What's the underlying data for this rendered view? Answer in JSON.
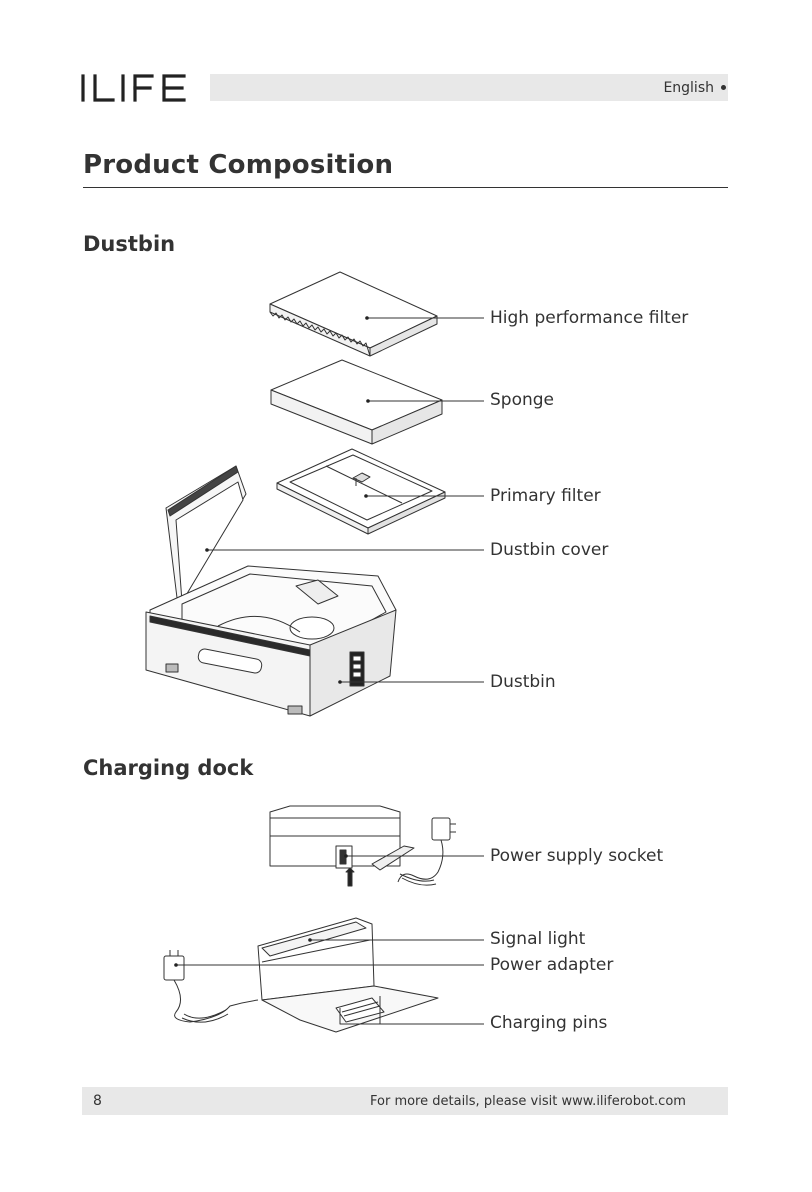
{
  "header": {
    "brand": "ILIFE",
    "language": "English"
  },
  "section_title": "Product Composition",
  "dustbin": {
    "heading": "Dustbin",
    "labels": [
      "High performance filter",
      "Sponge",
      "Primary filter",
      "Dustbin cover",
      "Dustbin"
    ]
  },
  "charging_dock": {
    "heading": "Charging dock",
    "labels": [
      "Power supply socket",
      "Signal light",
      "Power adapter",
      "Charging pins"
    ]
  },
  "footer": {
    "page_number": "8",
    "text": "For more details, please visit www.iliferobot.com"
  }
}
